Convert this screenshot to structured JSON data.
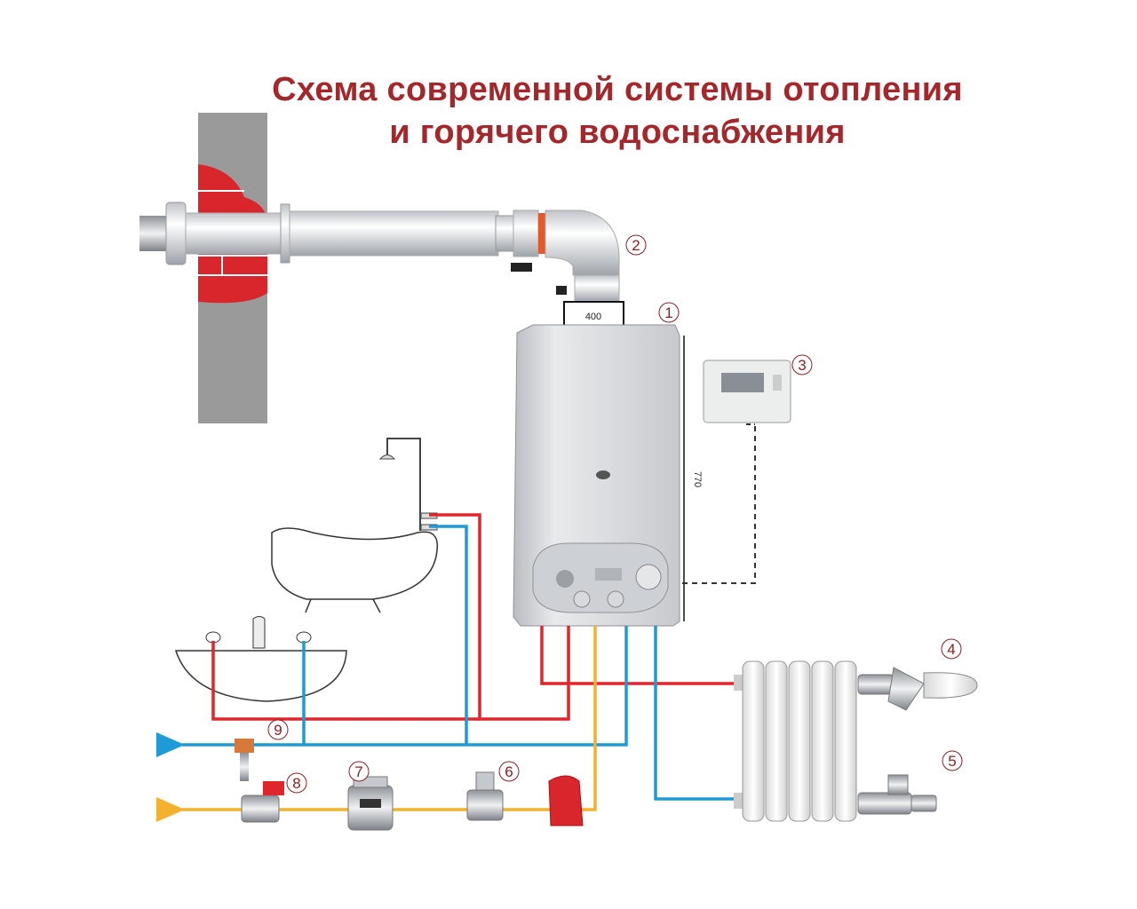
{
  "title": {
    "line1": "Схема современной системы отопления",
    "line2": "и горячего водоснабжения"
  },
  "dimensions": {
    "boiler_width": "400",
    "boiler_height": "770"
  },
  "callouts": [
    "1",
    "2",
    "3",
    "4",
    "5",
    "6",
    "7",
    "8",
    "9"
  ],
  "colors": {
    "title": "#a3272b",
    "hot_pipe": "#e0262b",
    "cold_pipe": "#1e9ad6",
    "gas_pipe": "#f2b12f",
    "wall": "#9a9a9a",
    "brick": "#d9262c",
    "boiler_body": "#d7d9dc"
  },
  "icons": [
    "chimney-pipe-icon",
    "gas-boiler-icon",
    "room-thermostat-icon",
    "radiator-icon",
    "thermostatic-valve-icon",
    "return-valve-icon",
    "gas-valve-icon",
    "gas-meter-icon",
    "water-filter-icon",
    "bathtub-icon",
    "shower-icon",
    "washbasin-icon"
  ]
}
